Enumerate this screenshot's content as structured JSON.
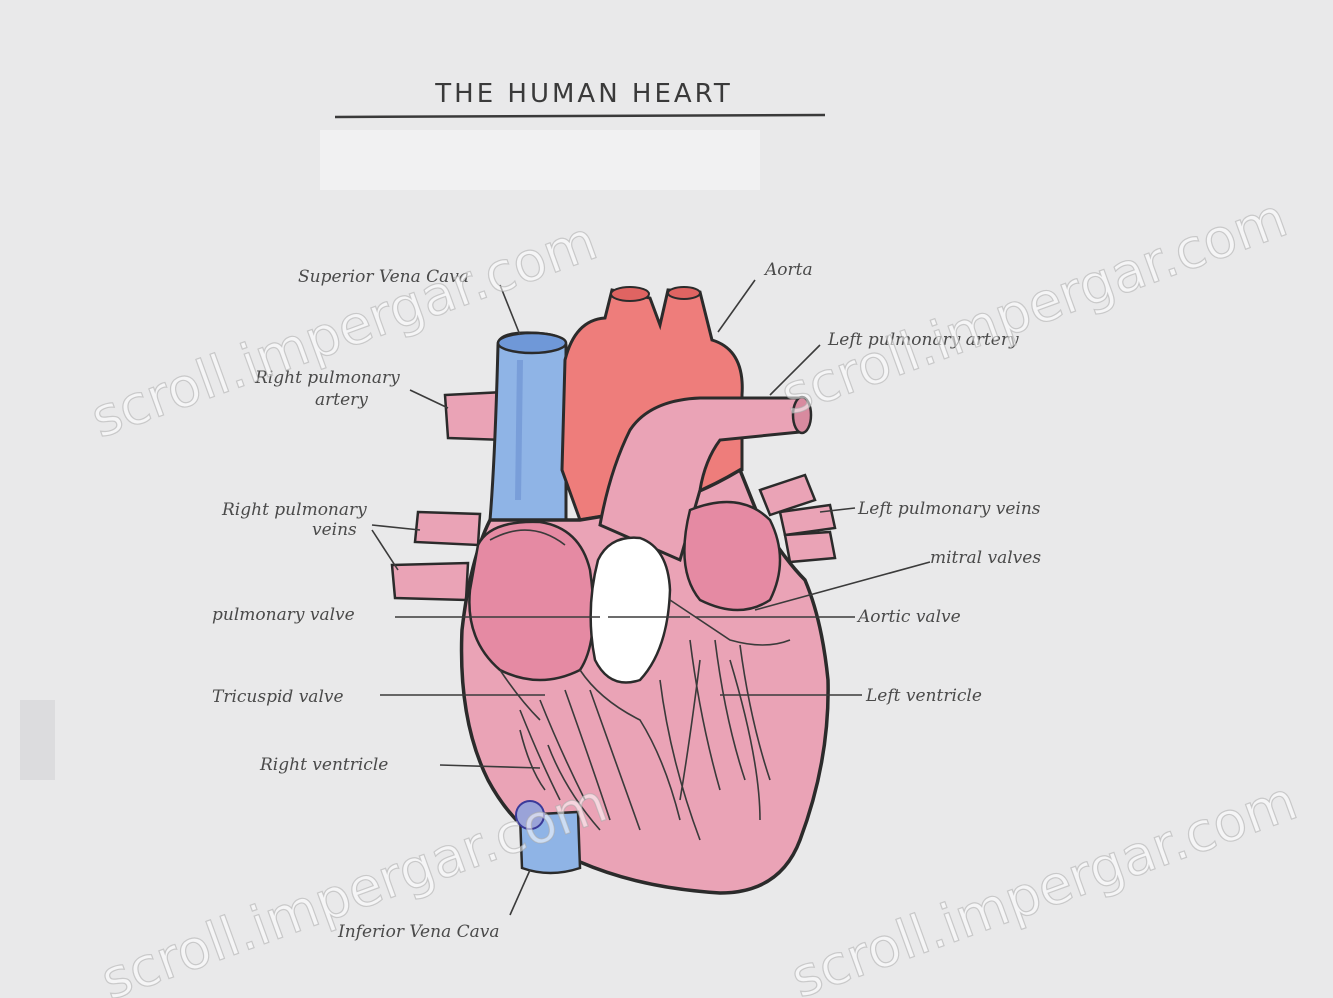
{
  "title": "THE HUMAN HEART",
  "labels": {
    "superior_vena_cava": "Superior Vena Cava",
    "aorta": "Aorta",
    "left_pulmonary_artery": "Left pulmonary artery",
    "right_pulmonary_artery_1": "Right pulmonary",
    "right_pulmonary_artery_2": "artery",
    "right_pulmonary_veins_1": "Right pulmonary",
    "right_pulmonary_veins_2": "veins",
    "left_pulmonary_veins": "Left pulmonary veins",
    "mitral_valves": "mitral valves",
    "pulmonary_valve": "pulmonary valve",
    "aortic_valve": "Aortic valve",
    "tricuspid_valve": "Tricuspid valve",
    "left_ventricle": "Left ventricle",
    "right_ventricle": "Right ventricle",
    "inferior_vena_cava": "Inferior Vena Cava"
  },
  "watermark": "scroll.impergar.com",
  "colors": {
    "background": "#e9e9ea",
    "vena_cava": "#8fb4e6",
    "aorta": "#ee7d7b",
    "heart_muscle": "#eaa3b6",
    "chamber": "#e58aa3",
    "outline": "#2b2b2b"
  }
}
